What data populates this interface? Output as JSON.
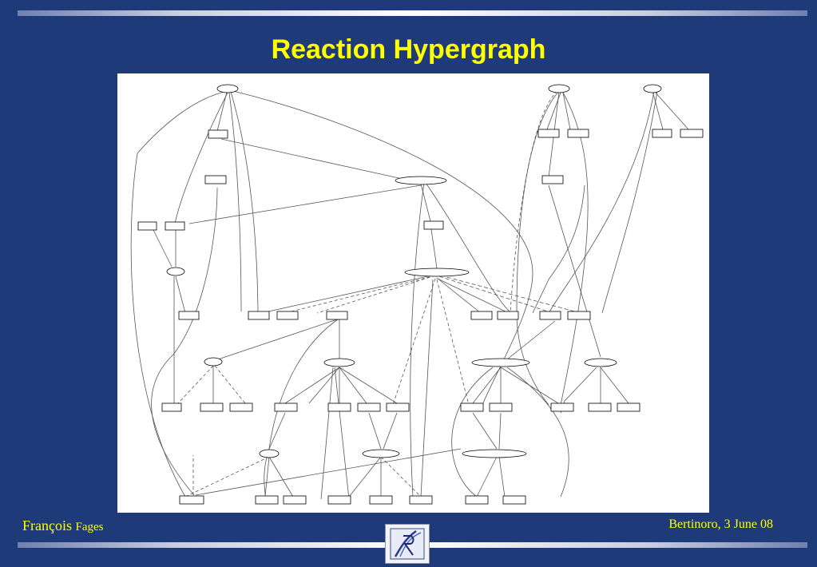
{
  "slide": {
    "title": "Reaction Hypergraph",
    "author_first": "François",
    "author_last": "Fages",
    "event": "Bertinoro, 3 June 08"
  },
  "logo": {
    "name": "institution-logo-icon"
  },
  "graph": {
    "node_stroke": "#000000",
    "edge_stroke": "#555555"
  }
}
